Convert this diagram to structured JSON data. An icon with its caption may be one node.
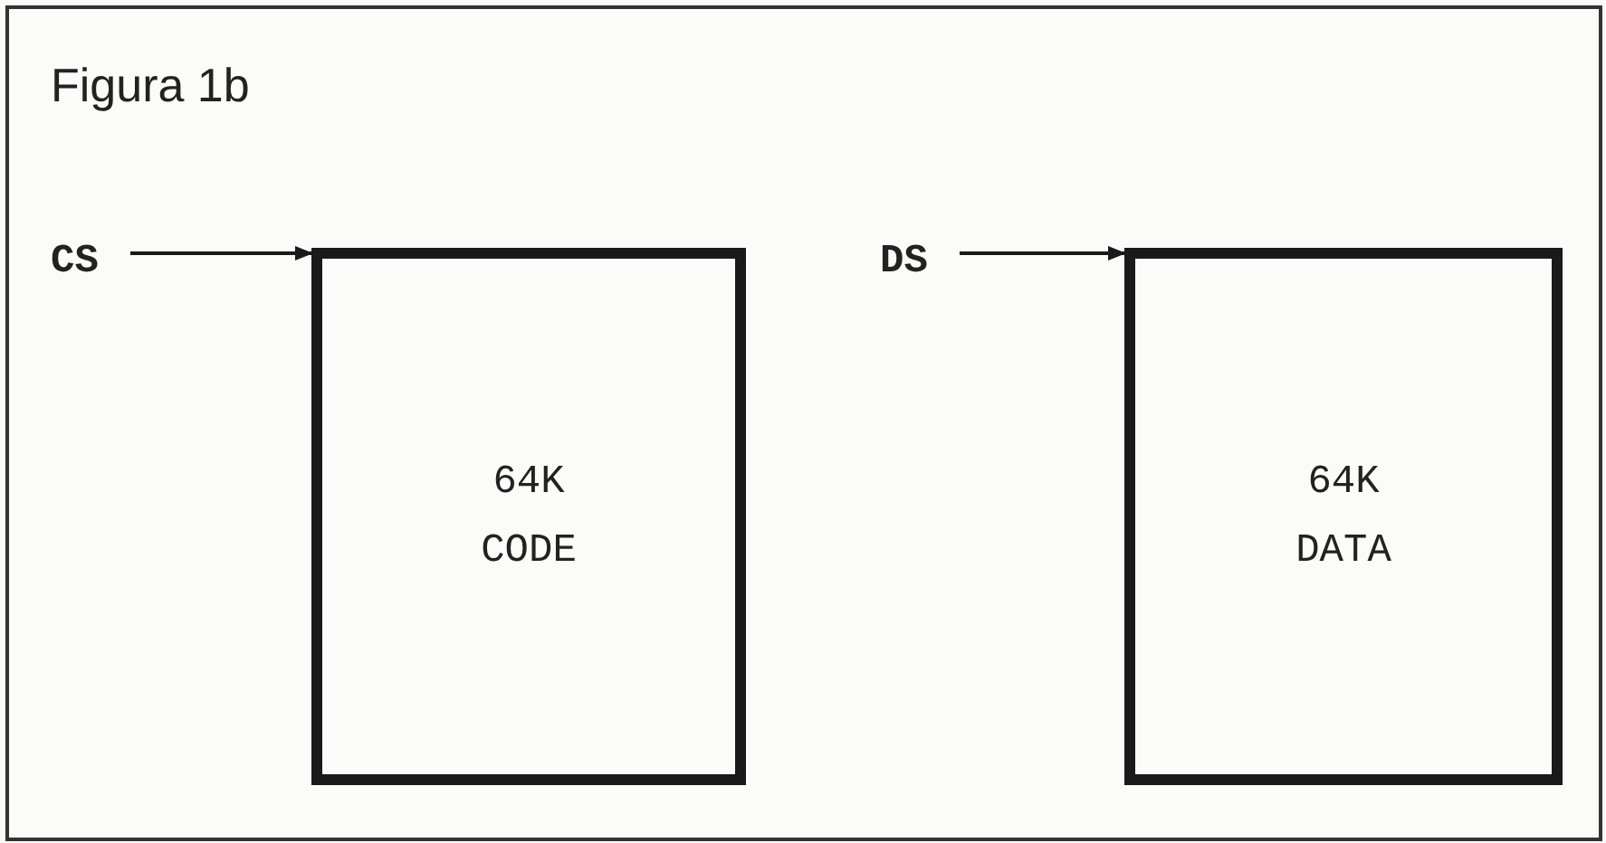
{
  "diagram": {
    "title": "Figura 1b",
    "nodes": [
      {
        "text": [
          "CS"
        ]
      },
      {
        "text": [
          "64K CODE"
        ]
      },
      {
        "text": [
          "DS"
        ]
      },
      {
        "text": [
          "64K DATA"
        ]
      }
    ],
    "edges": [
      {
        "from": 0,
        "to": 1,
        "arrow": "to"
      },
      {
        "from": 2,
        "to": 3,
        "arrow": "to"
      }
    ]
  }
}
